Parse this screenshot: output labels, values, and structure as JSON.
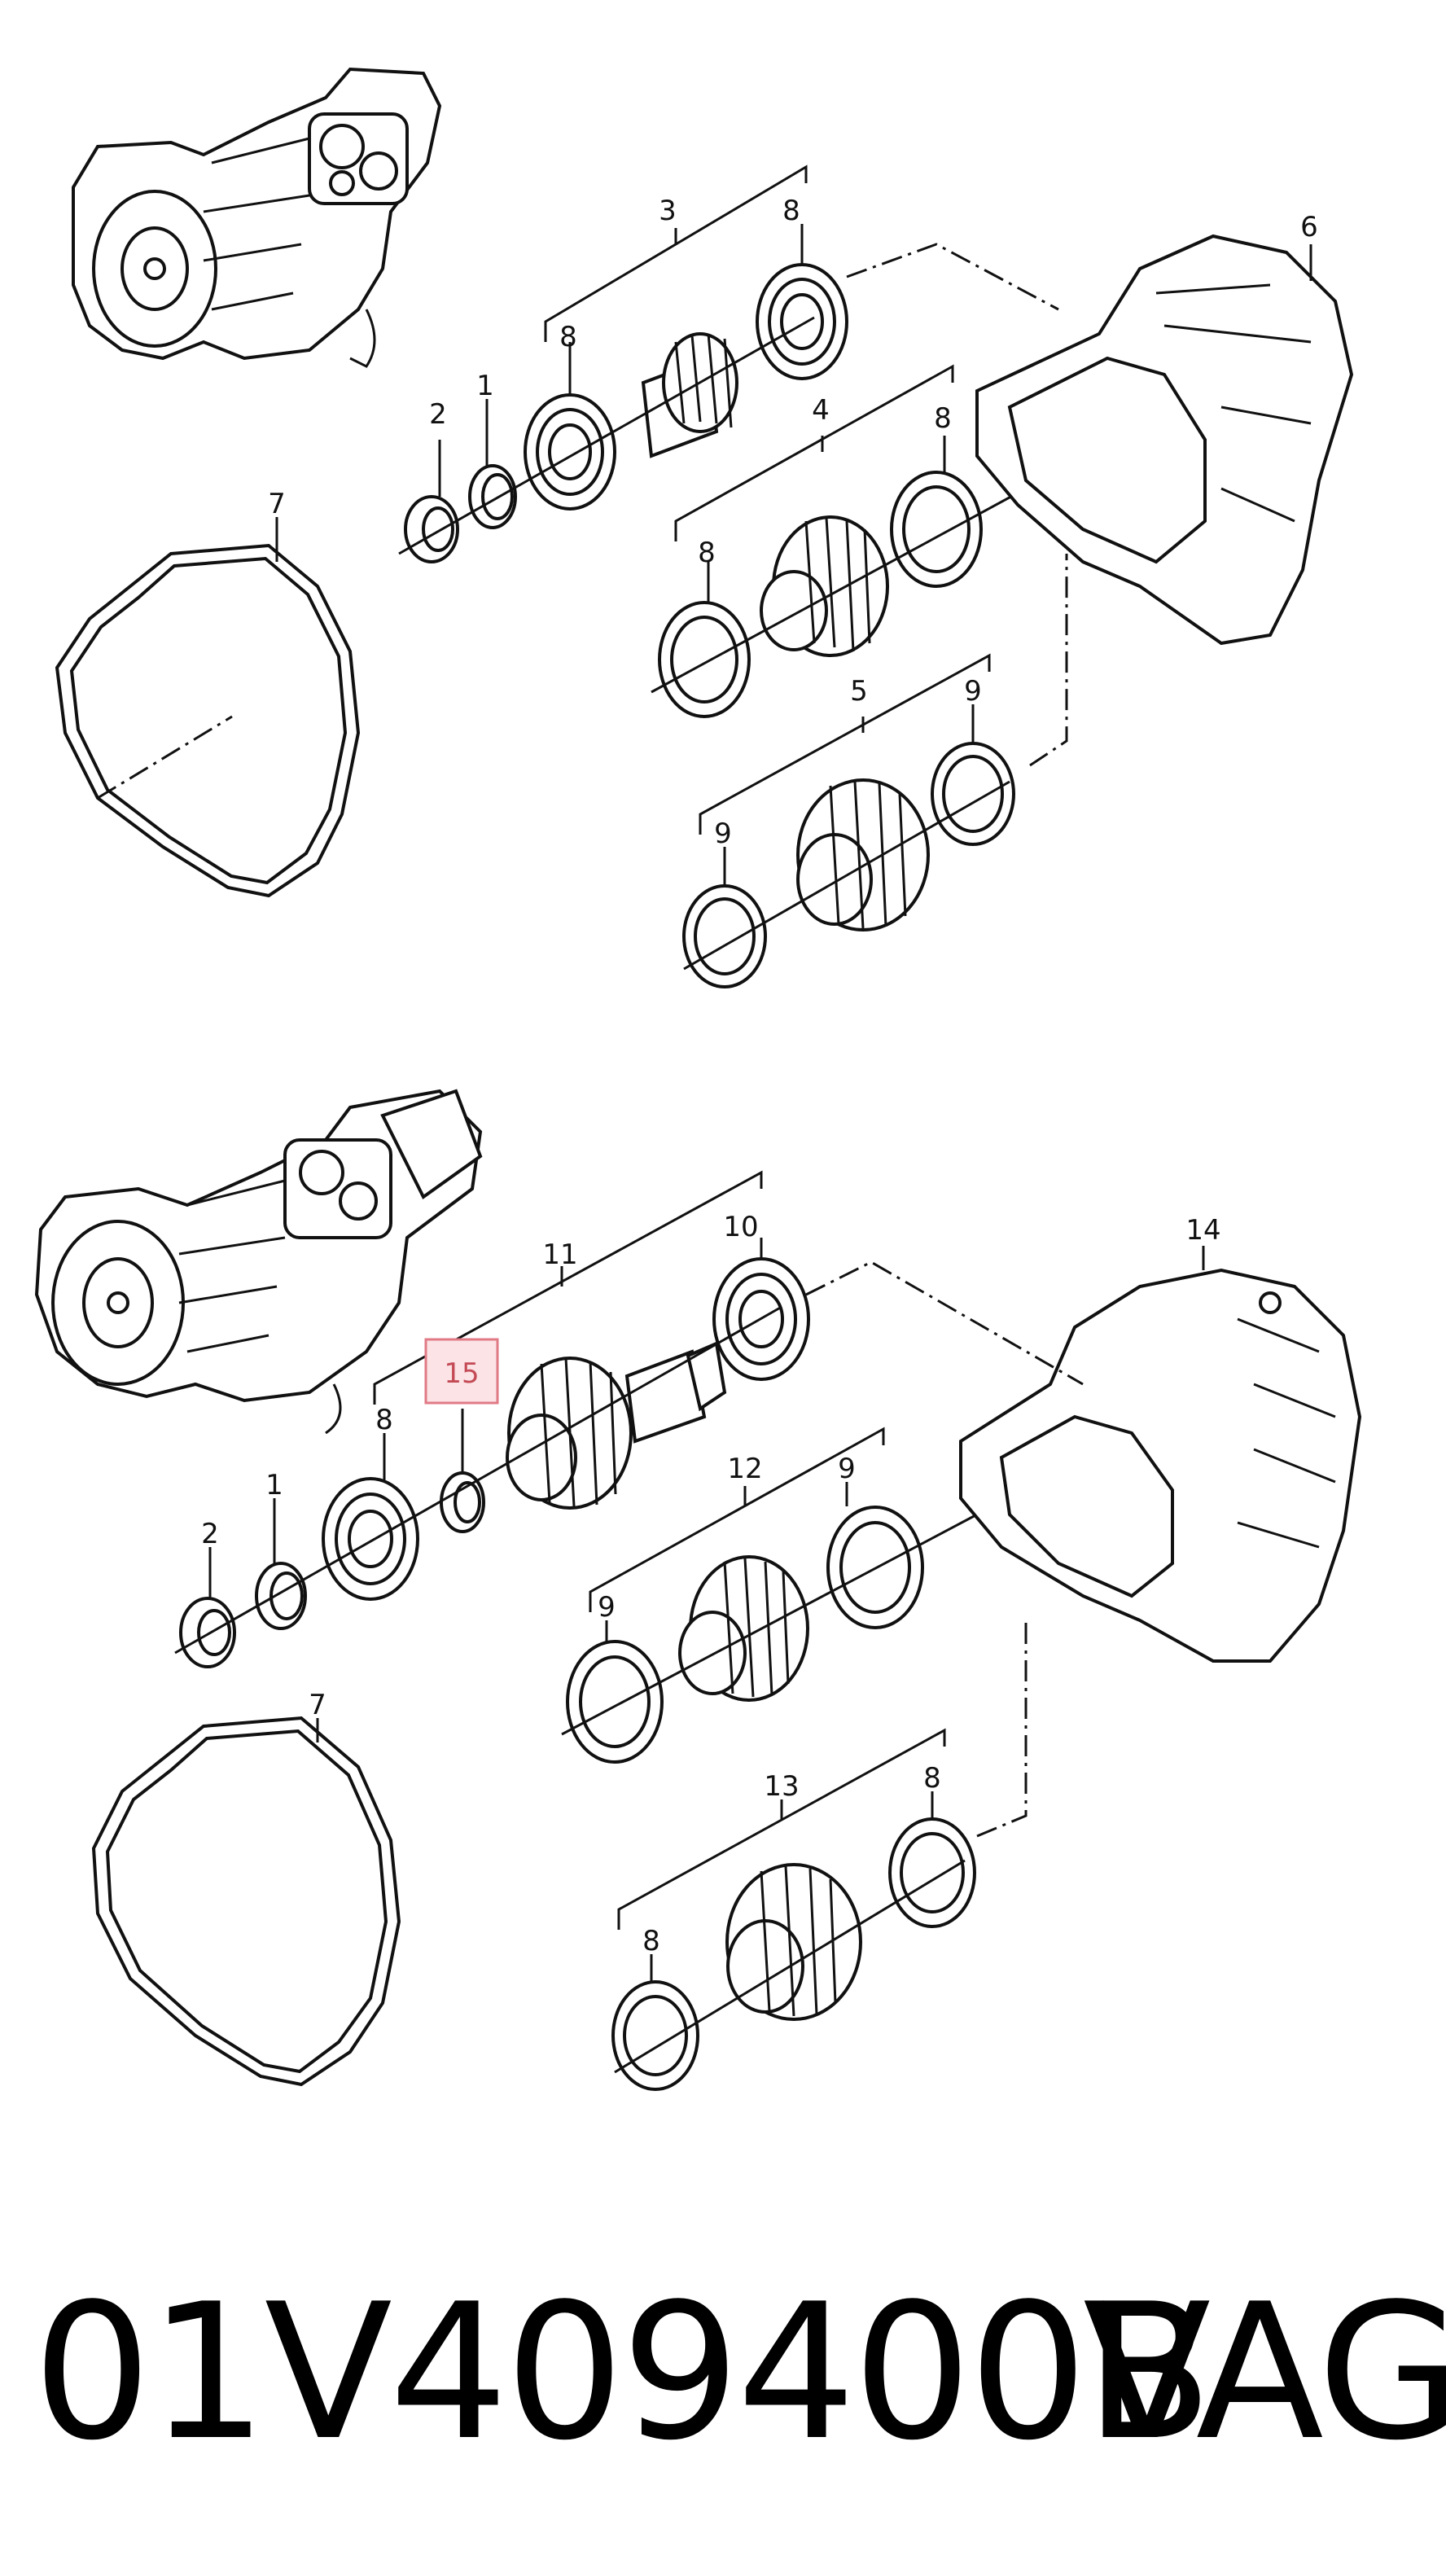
{
  "diagram": {
    "top_section": {
      "callouts": [
        "3",
        "8",
        "6",
        "8",
        "2",
        "1",
        "4",
        "8",
        "7",
        "8",
        "5",
        "9",
        "9"
      ]
    },
    "bottom_section": {
      "callouts": [
        "11",
        "10",
        "14",
        "15",
        "8",
        "1",
        "2",
        "12",
        "9",
        "9",
        "7",
        "13",
        "8",
        "8"
      ],
      "highlighted": "15"
    }
  },
  "footer": {
    "part_number": "01V409400B",
    "brand": "VAG"
  },
  "colors": {
    "ink": "#111111",
    "highlight_fill": "#fbe3e6",
    "highlight_border": "#e07a85"
  }
}
